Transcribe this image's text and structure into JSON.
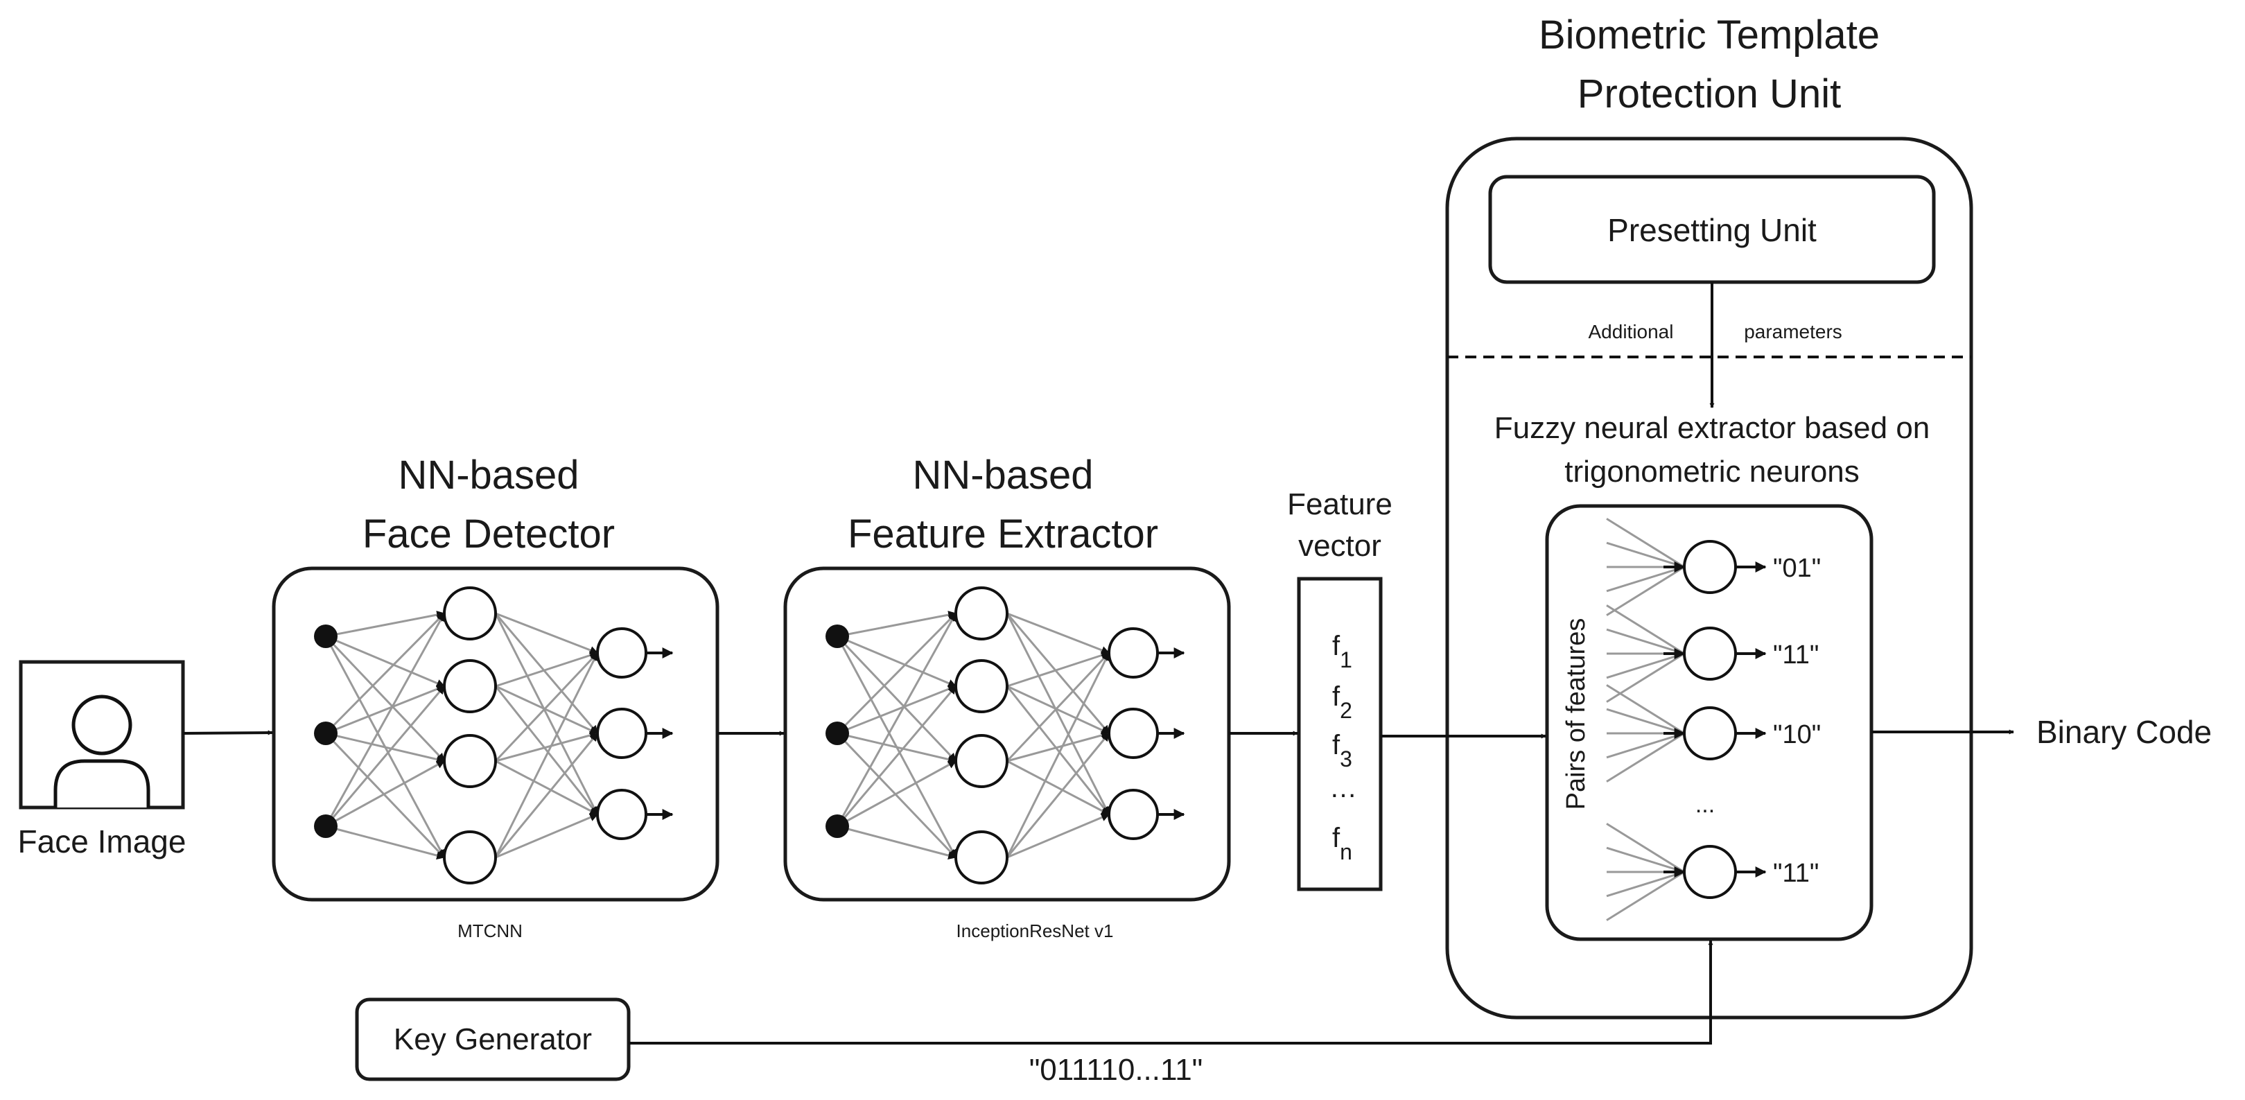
{
  "face_image": {
    "label": "Face Image"
  },
  "face_detector": {
    "title_line1": "NN-based",
    "title_line2": "Face Detector",
    "caption": "MTCNN"
  },
  "feature_extractor": {
    "title_line1": "NN-based",
    "title_line2": "Feature Extractor",
    "caption": "InceptionResNet v1"
  },
  "feature_vector": {
    "title_line1": "Feature",
    "title_line2": "vector",
    "items": [
      {
        "base": "f",
        "sub": "1"
      },
      {
        "base": "f",
        "sub": "2"
      },
      {
        "base": "f",
        "sub": "3"
      },
      {
        "base": "…",
        "sub": ""
      },
      {
        "base": "f",
        "sub": "n"
      }
    ]
  },
  "btp_unit": {
    "title_line1": "Biometric Template",
    "title_line2": "Protection Unit",
    "presetting_label": "Presetting Unit",
    "additional_label": "Additional",
    "parameters_label": "parameters",
    "extractor_title_line1": "Fuzzy neural extractor based on",
    "extractor_title_line2": "trigonometric neurons",
    "pairs_label": "Pairs of features",
    "ellipsis": "...",
    "outputs": [
      "\"01\"",
      "\"11\"",
      "\"10\"",
      "\"11\""
    ]
  },
  "output": {
    "label": "Binary Code"
  },
  "key_generator": {
    "label": "Key Generator",
    "key_value": "\"011110...11\""
  }
}
